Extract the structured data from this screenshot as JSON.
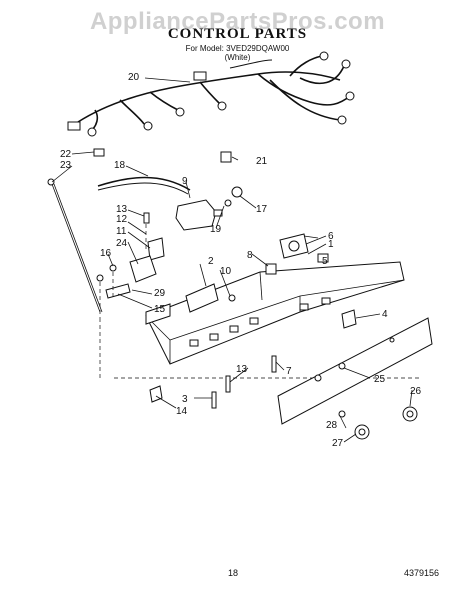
{
  "header": {
    "watermark": "AppliancePartsPros.com",
    "title": "CONTROL PARTS",
    "model_line": "For Model: 3VED29DQAW00",
    "color_line": "(White)"
  },
  "callouts": [
    "1",
    "2",
    "3",
    "4",
    "5",
    "6",
    "7",
    "8",
    "9",
    "10",
    "11",
    "12",
    "13",
    "13",
    "14",
    "15",
    "16",
    "17",
    "18",
    "19",
    "20",
    "21",
    "22",
    "23",
    "24",
    "25",
    "26",
    "27",
    "28",
    "29"
  ],
  "footer": {
    "page_number": "18",
    "doc_number": "4379156"
  }
}
